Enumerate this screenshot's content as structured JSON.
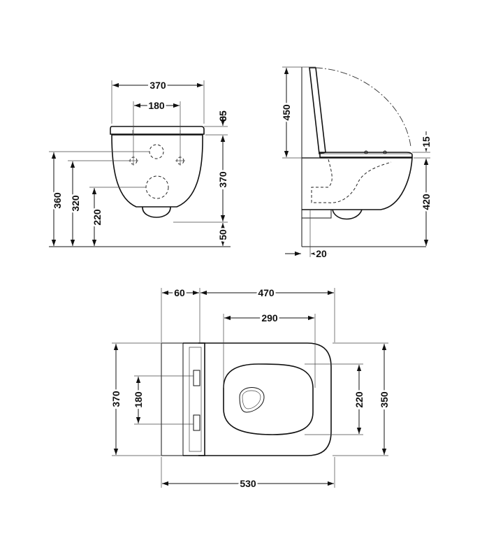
{
  "front_view": {
    "width": "370",
    "fixing_spacing": "180",
    "seat_to_fixing": "35",
    "fixing_to_bottom": "370",
    "bottom_clearance": "50",
    "fixing_height": "360",
    "inlet_height": "320",
    "outlet_height": "220"
  },
  "side_view": {
    "lid_height": "450",
    "seat_thickness": "15",
    "rim_height": "420",
    "wall_gap": "20"
  },
  "top_view": {
    "lid_offset": "60",
    "bowl_length": "470",
    "opening_length": "290",
    "total_width": "370",
    "hinge_spacing": "180",
    "opening_width": "220",
    "bowl_width": "350",
    "total_length": "530"
  }
}
